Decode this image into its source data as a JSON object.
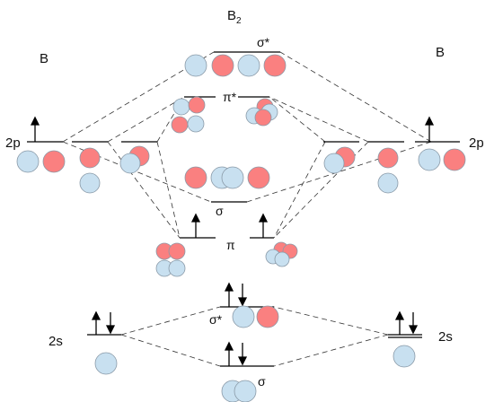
{
  "title": {
    "main": "B",
    "subscript": "2"
  },
  "left_atom": {
    "label": "B",
    "p_label": "2p",
    "s_label": "2s"
  },
  "right_atom": {
    "label": "B",
    "p_label": "2p",
    "s_label": "2s"
  },
  "molecular_orbitals": {
    "sigma_2p_star": "σ*",
    "pi_2p_star": "π*",
    "sigma_2p": "σ",
    "pi_2p": "π",
    "sigma_2s_star": "σ*",
    "sigma_2s": "σ"
  },
  "electron_occupancy": {
    "left_2p": 1,
    "right_2p": 1,
    "left_2s": 2,
    "right_2s": 2,
    "pi_2p": 2,
    "sigma_2s_star": 2,
    "sigma_2s": 2
  },
  "colors": {
    "positive_lobe": "#fa8080",
    "negative_lobe": "#c8e0f0",
    "lobe_outline": "#8a9aa8",
    "line": "#000000",
    "connector": "#333333"
  }
}
